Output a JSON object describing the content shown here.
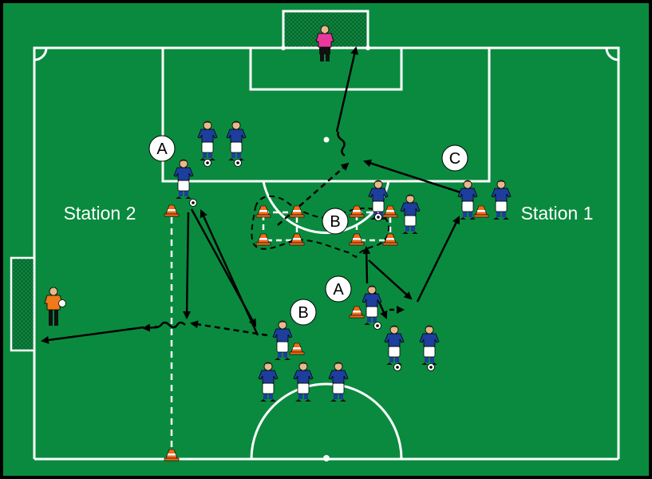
{
  "labels": {
    "station_2": "Station 2",
    "station_1": "Station 1"
  },
  "markers": {
    "a_left": "A",
    "c_right": "C",
    "b_center": "B",
    "a_center": "A",
    "b_bottom": "B"
  },
  "colors": {
    "pitch": "#0a8a3e",
    "lines": "#ffffff",
    "player_shirt": "#1d3e9c",
    "keeper_top": "#e6399b",
    "keeper_left": "#f07a1a",
    "cone": "#f26a1b",
    "arrow": "#000000"
  }
}
